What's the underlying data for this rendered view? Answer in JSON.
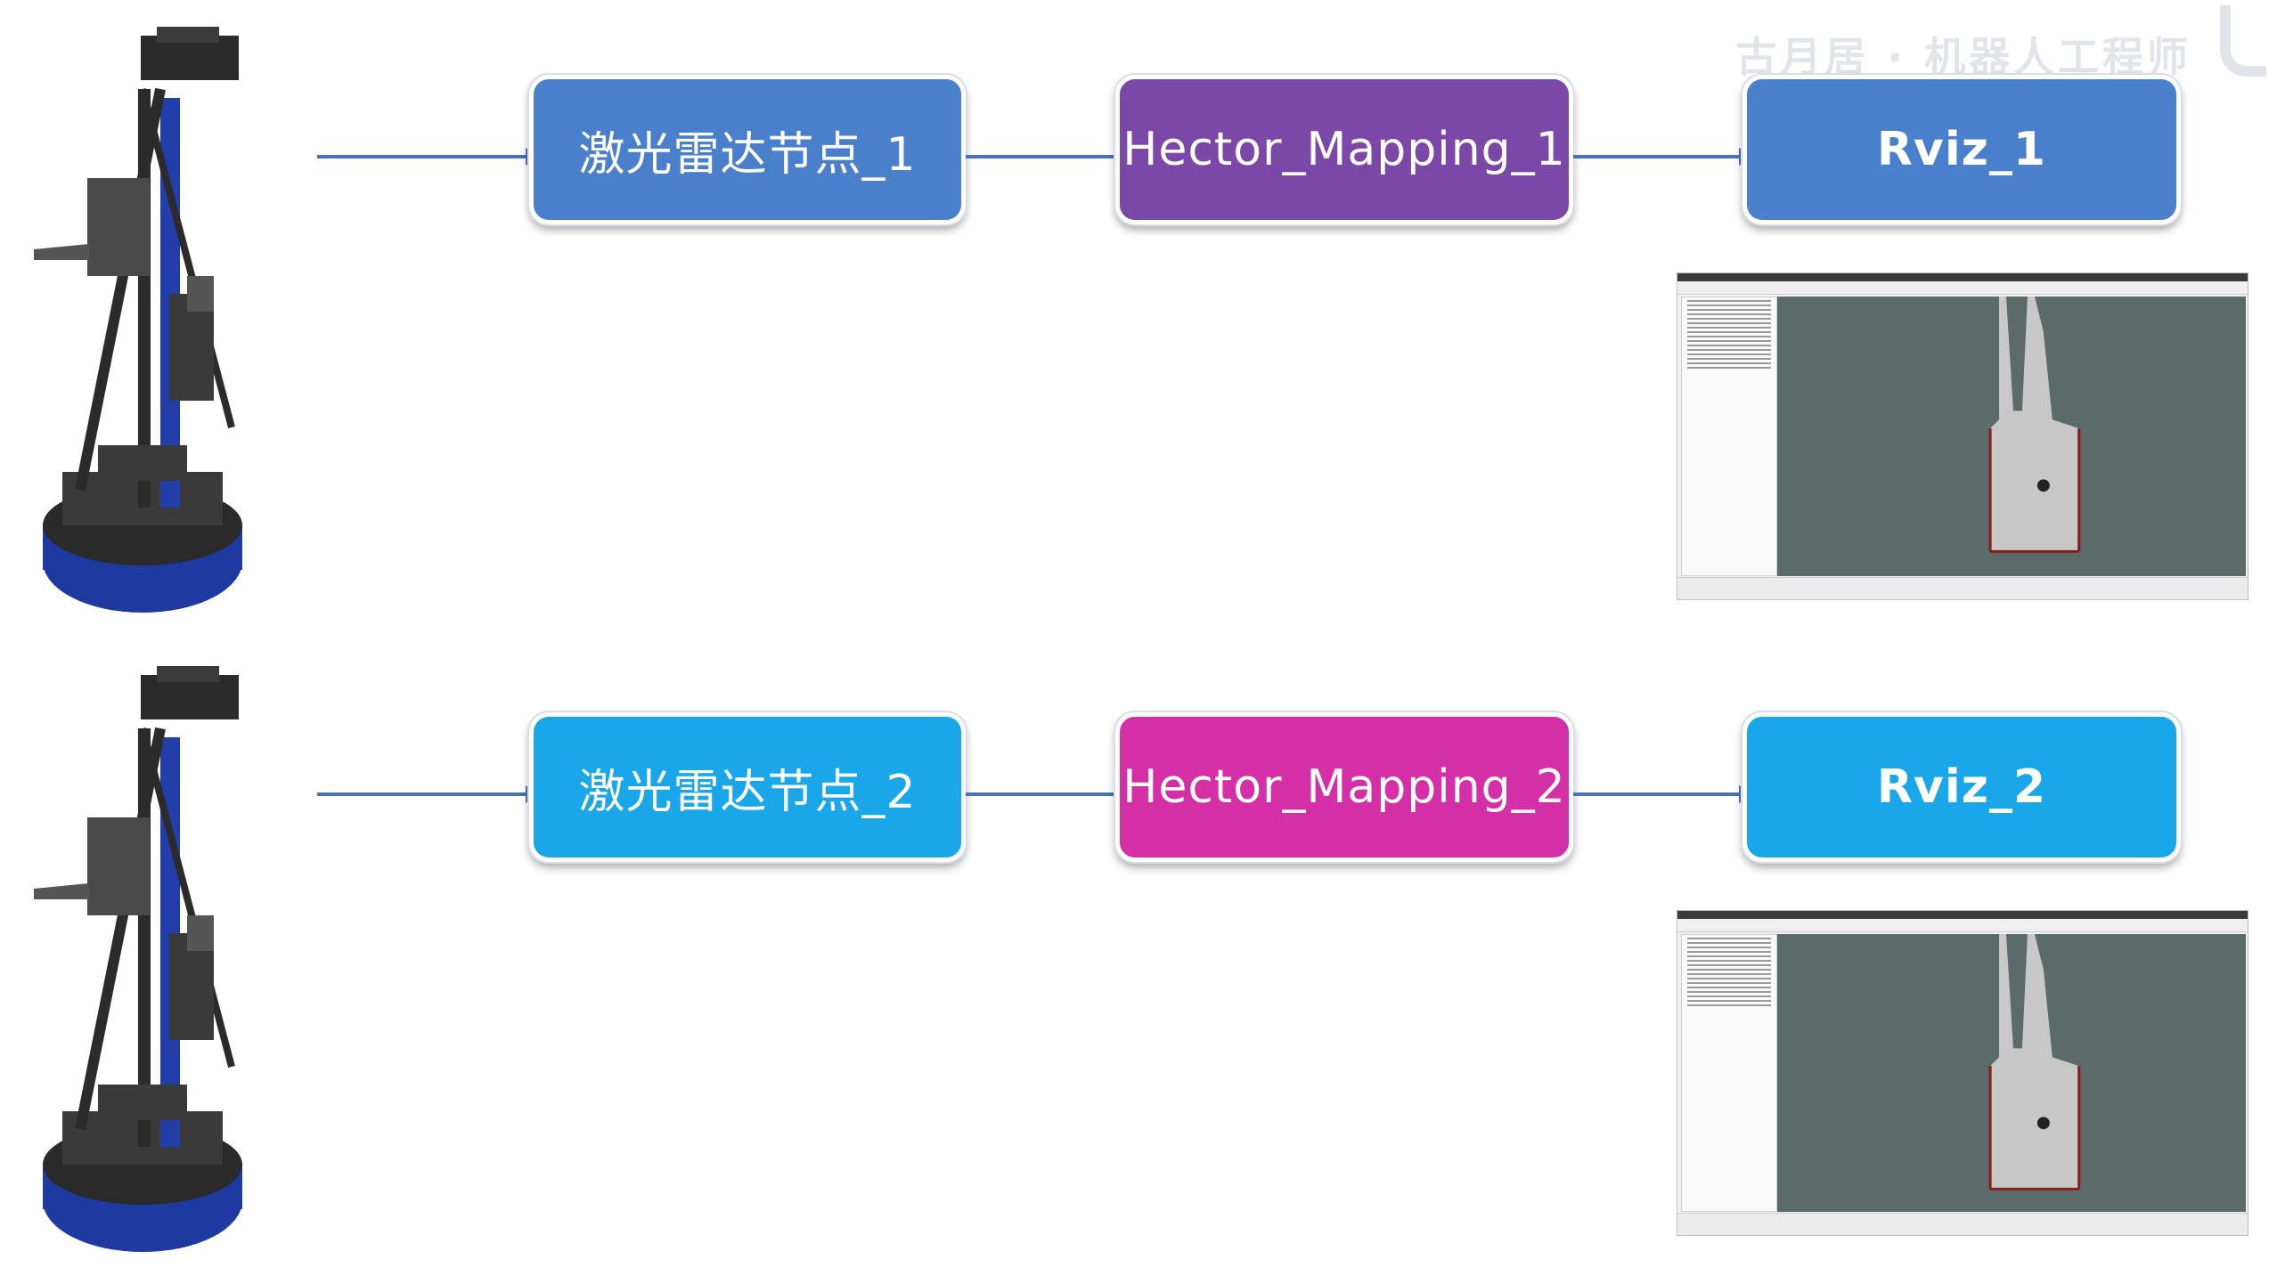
{
  "watermark": "古月居 · 机器人工程师",
  "rows": [
    {
      "lidar_node": "激光雷达节点_1",
      "mapping_node": "Hector_Mapping_1",
      "rviz_node": "Rviz_1",
      "colors": {
        "lidar": "#4a7fcb",
        "mapping": "#7b48a8",
        "rviz": "#4a7fcb"
      }
    },
    {
      "lidar_node": "激光雷达节点_2",
      "mapping_node": "Hector_Mapping_2",
      "rviz_node": "Rviz_2",
      "colors": {
        "lidar": "#1aa7ea",
        "mapping": "#d42fa6",
        "rviz": "#1aa7ea"
      }
    }
  ],
  "colors": {
    "arrow": "#4a72b8",
    "robot_base": "#1e3aa0",
    "map_background": "#5b6b69"
  }
}
